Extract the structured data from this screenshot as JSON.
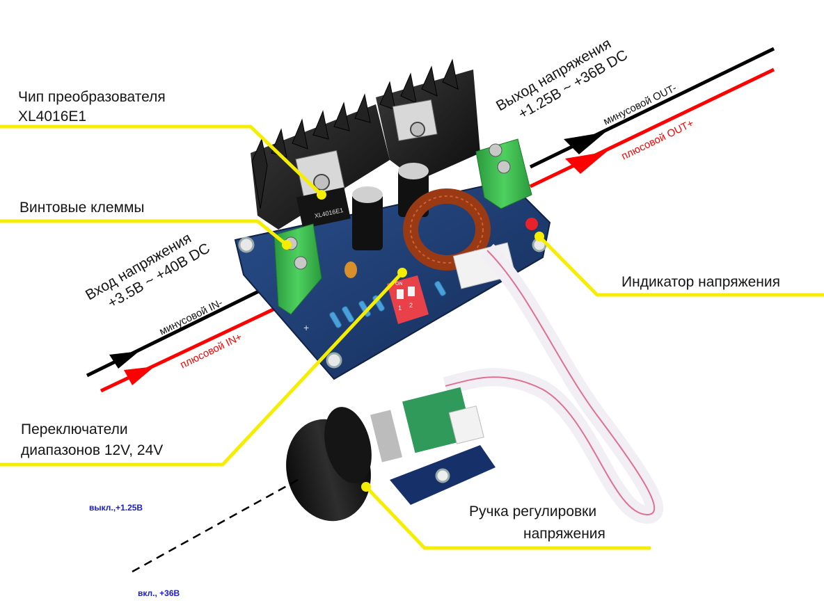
{
  "title": "XL4016E1 DC-DC step-down converter module annotated diagram",
  "colors": {
    "callout": "#f5ee00",
    "wire_negative": "#000000",
    "wire_positive": "#ff0000",
    "pcb": "#1d3a6e",
    "terminal": "#33b54a",
    "heatsink": "#1a1a1a",
    "switch_label": "#1a1ad0"
  },
  "labels": {
    "chip": {
      "line1": "Чип преобразователя",
      "line2": "XL4016E1"
    },
    "terminals": {
      "text": "Винтовые клеммы"
    },
    "input": {
      "line1": "Вход напряжения",
      "line2": "+3.5В ~ +40В DC"
    },
    "input_wires": {
      "negative": "минусовой IN-",
      "positive": "плюсовой IN+"
    },
    "output": {
      "line1": "Выход напряжения",
      "line2": "+1.25В ~ +36В DC"
    },
    "output_wires": {
      "negative": "минусовой OUT-",
      "positive": "плюсовой OUT+"
    },
    "indicator": {
      "text": "Индикатор напряжения"
    },
    "dip_switch": {
      "line1": "Переключатели",
      "line2": "диапазонов 12V, 24V"
    },
    "knob": {
      "line1": "Ручка регулировки",
      "line2": "напряжения"
    },
    "knob_positions": {
      "off": "выкл.,+1.25В",
      "on": "вкл., +36В"
    }
  },
  "board_markings": {
    "chip_marking": "XL4016E1",
    "dip_on": "ON",
    "dip_1": "1",
    "dip_2": "2",
    "plus_sign": "+"
  }
}
